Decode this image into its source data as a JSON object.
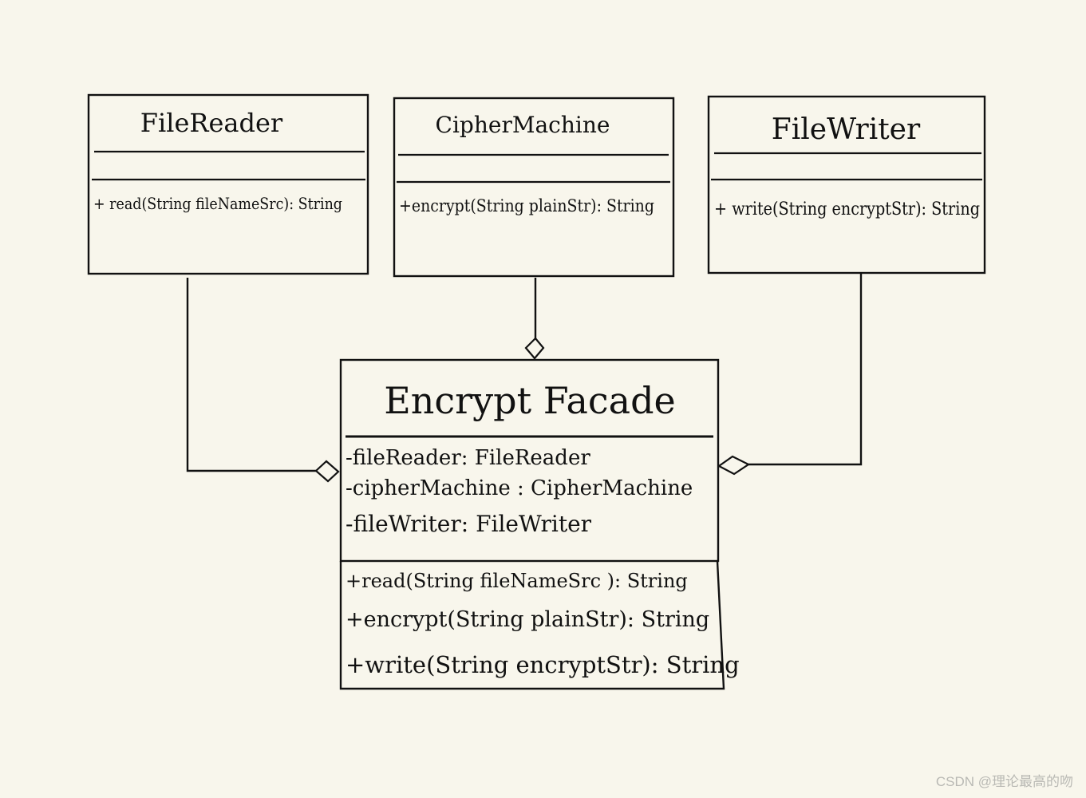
{
  "classes": {
    "file_reader": {
      "name": "FileReader",
      "attributes": [],
      "methods": [
        "+ read(String fileNameSrc): String"
      ]
    },
    "cipher_machine": {
      "name": "CipherMachine",
      "attributes": [],
      "methods": [
        "+encrypt(String plainStr): String"
      ]
    },
    "file_writer": {
      "name": "FileWriter",
      "attributes": [],
      "methods": [
        "+ write(String encryptStr): String"
      ]
    },
    "encrypt_facade": {
      "name": "Encrypt Facade",
      "attributes": [
        "-fileReader: FileReader",
        "-cipherMachine : CipherMachine",
        "-fileWriter: FileWriter"
      ],
      "methods": [
        "+read(String fileNameSrc ): String",
        "+encrypt(String plainStr): String",
        "+write(String encryptStr): String"
      ]
    }
  },
  "relationships": [
    {
      "from": "file_reader",
      "to": "encrypt_facade",
      "type": "aggregation"
    },
    {
      "from": "cipher_machine",
      "to": "encrypt_facade",
      "type": "aggregation"
    },
    {
      "from": "file_writer",
      "to": "encrypt_facade",
      "type": "aggregation"
    }
  ],
  "watermark": "CSDN @理论最高的吻"
}
